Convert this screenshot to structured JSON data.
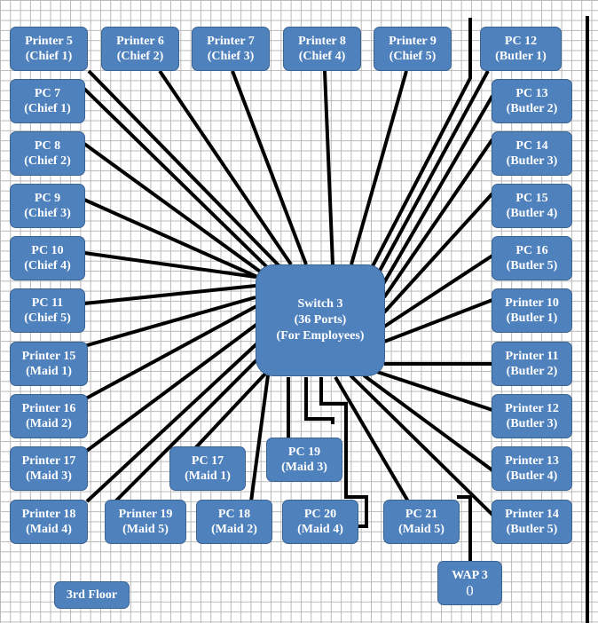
{
  "switch": {
    "line1": "Switch 3",
    "line2": "(36 Ports)",
    "line3": "(For Employees)"
  },
  "floor_label": "3rd Floor",
  "wap": {
    "line1": "WAP 3",
    "line2": "0"
  },
  "devices": [
    {
      "id": "printer-5",
      "line1": "Printer 5",
      "line2": "(Chief 1)"
    },
    {
      "id": "printer-6",
      "line1": "Printer 6",
      "line2": "(Chief 2)"
    },
    {
      "id": "printer-7",
      "line1": "Printer 7",
      "line2": "(Chief 3)"
    },
    {
      "id": "printer-8",
      "line1": "Printer 8",
      "line2": "(Chief 4)"
    },
    {
      "id": "printer-9",
      "line1": "Printer 9",
      "line2": "(Chief 5)"
    },
    {
      "id": "pc-12",
      "line1": "PC 12",
      "line2": "(Butler 1)"
    },
    {
      "id": "pc-7",
      "line1": "PC 7",
      "line2": "(Chief 1)"
    },
    {
      "id": "pc-13",
      "line1": "PC 13",
      "line2": "(Butler 2)"
    },
    {
      "id": "pc-8",
      "line1": "PC 8",
      "line2": "(Chief 2)"
    },
    {
      "id": "pc-14",
      "line1": "PC 14",
      "line2": "(Butler 3)"
    },
    {
      "id": "pc-9",
      "line1": "PC 9",
      "line2": "(Chief 3)"
    },
    {
      "id": "pc-15",
      "line1": "PC 15",
      "line2": "(Butler 4)"
    },
    {
      "id": "pc-10",
      "line1": "PC 10",
      "line2": "(Chief 4)"
    },
    {
      "id": "pc-16",
      "line1": "PC 16",
      "line2": "(Butler 5)"
    },
    {
      "id": "pc-11",
      "line1": "PC 11",
      "line2": "(Chief 5)"
    },
    {
      "id": "printer-10",
      "line1": "Printer 10",
      "line2": "(Butler 1)"
    },
    {
      "id": "printer-15",
      "line1": "Printer 15",
      "line2": "(Maid 1)"
    },
    {
      "id": "printer-11",
      "line1": "Printer 11",
      "line2": "(Butler 2)"
    },
    {
      "id": "printer-16",
      "line1": "Printer 16",
      "line2": "(Maid 2)"
    },
    {
      "id": "printer-12",
      "line1": "Printer 12",
      "line2": "(Butler 3)"
    },
    {
      "id": "printer-17",
      "line1": "Printer 17",
      "line2": "(Maid 3)"
    },
    {
      "id": "pc-17",
      "line1": "PC 17",
      "line2": "(Maid 1)"
    },
    {
      "id": "pc-19",
      "line1": "PC 19",
      "line2": "(Maid 3)"
    },
    {
      "id": "printer-13",
      "line1": "Printer 13",
      "line2": "(Butler 4)"
    },
    {
      "id": "printer-18",
      "line1": "Printer 18",
      "line2": "(Maid 4)"
    },
    {
      "id": "printer-19",
      "line1": "Printer 19",
      "line2": "(Maid 5)"
    },
    {
      "id": "pc-18",
      "line1": "PC 18",
      "line2": "(Maid 2)"
    },
    {
      "id": "pc-20",
      "line1": "PC 20",
      "line2": "(Maid 4)"
    },
    {
      "id": "pc-21",
      "line1": "PC 21",
      "line2": "(Maid 5)"
    },
    {
      "id": "printer-14",
      "line1": "Printer 14",
      "line2": "(Butler 5)"
    }
  ]
}
